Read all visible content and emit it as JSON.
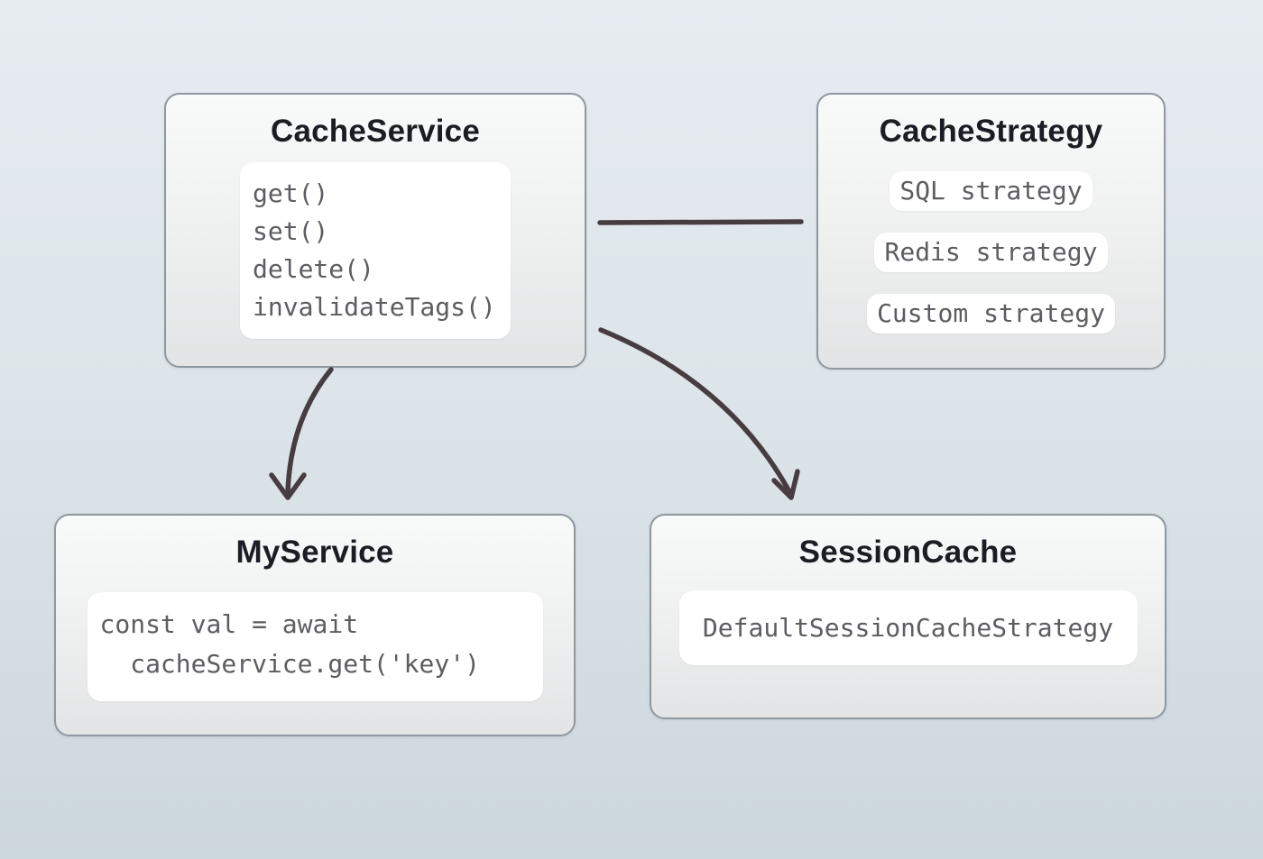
{
  "diagram": {
    "nodes": {
      "cache_service": {
        "title": "CacheService",
        "methods": [
          "get()",
          "set()",
          "delete()",
          "invalidateTags()"
        ]
      },
      "cache_strategy": {
        "title": "CacheStrategy",
        "strategies": [
          "SQL strategy",
          "Redis strategy",
          "Custom strategy"
        ]
      },
      "my_service": {
        "title": "MyService",
        "code_lines": [
          "const val = await",
          "  cacheService.get('key')"
        ]
      },
      "session_cache": {
        "title": "SessionCache",
        "strategy": "DefaultSessionCacheStrategy"
      }
    },
    "edges": [
      {
        "from": "CacheService",
        "to": "CacheStrategy",
        "style": "plain-line"
      },
      {
        "from": "CacheService",
        "to": "MyService",
        "style": "curved-arrow"
      },
      {
        "from": "CacheService",
        "to": "SessionCache",
        "style": "curved-arrow"
      }
    ],
    "palette": {
      "background_top": "#e7ecf1",
      "background_bottom": "#cdd7de",
      "node_border": "#8f989f",
      "node_fill_top": "#f9fafa",
      "node_fill_bottom": "#e2e4e5",
      "inner_box_fill": "#ffffff",
      "title_color": "#1b1d24",
      "code_color": "#5c5d62",
      "arrow_color": "#473c40"
    }
  }
}
